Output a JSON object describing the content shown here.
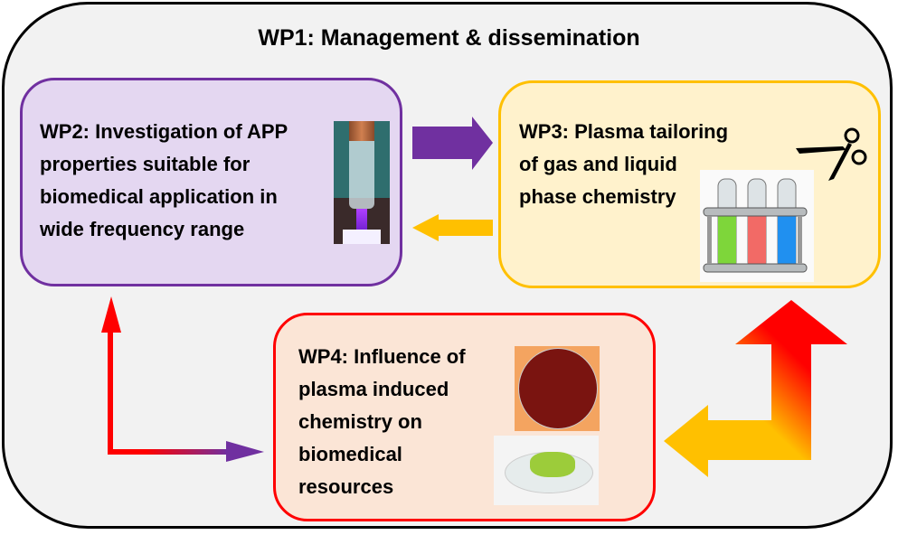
{
  "title": "WP1: Management & dissemination",
  "boxes": {
    "wp2": {
      "lines": [
        "WP2: Investigation of APP",
        "properties suitable for",
        "biomedical application in",
        "wide frequency range"
      ],
      "image": "plasma-jet-photo",
      "border": "#7030a0",
      "fill": "#e4d7f1"
    },
    "wp3": {
      "lines": [
        "WP3: Plasma tailoring",
        "of gas and liquid",
        "phase chemistry"
      ],
      "image": "test-tubes-illustration",
      "icon": "scissors-icon",
      "border": "#ffc000",
      "fill": "#fff2cc"
    },
    "wp4": {
      "lines": [
        "WP4: Influence of",
        "plasma induced",
        "chemistry on",
        "biomedical",
        "resources"
      ],
      "images": [
        "petri-dish-bacteria-photo",
        "petri-dish-plants-photo"
      ],
      "border": "#ff0000",
      "fill": "#fbe5d6"
    }
  },
  "arrows": [
    {
      "from": "wp2",
      "to": "wp3",
      "color": "#7030a0"
    },
    {
      "from": "wp3",
      "to": "wp2",
      "color": "#ffc000"
    },
    {
      "from": "wp4",
      "to": "wp2",
      "colors": [
        "#ff0000",
        "#7030a0"
      ],
      "bidirectional": true
    },
    {
      "from": "wp3",
      "to": "wp4",
      "colors": [
        "#ff0000",
        "#ffc000"
      ],
      "bidirectional": true
    }
  ]
}
